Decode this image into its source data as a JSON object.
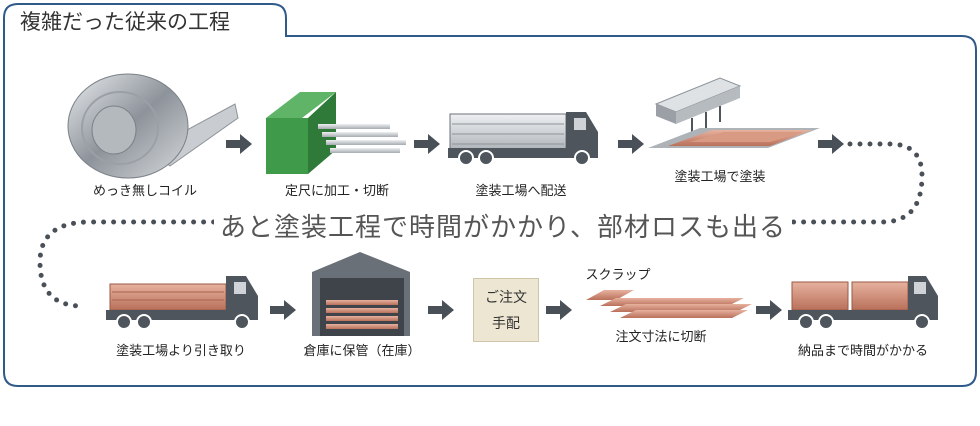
{
  "header": {
    "title": "複雑だった従来の工程"
  },
  "banner": {
    "text": "あと塗装工程で時間がかかり、部材ロスも出る"
  },
  "steps_row1": [
    {
      "label": "めっき無しコイル"
    },
    {
      "label": "定尺に加工・切断"
    },
    {
      "label": "塗装工場へ配送"
    },
    {
      "label": "塗装工場で塗装"
    }
  ],
  "steps_row2": [
    {
      "label": "塗装工場より引き取り"
    },
    {
      "label": "倉庫に保管（在庫）"
    },
    {
      "label_line1": "ご注文",
      "label_line2": "手配"
    },
    {
      "label": "注文寸法に切断",
      "extra": "スクラップ"
    },
    {
      "label": "納品まで時間がかかる"
    }
  ],
  "colors": {
    "frame": "#2f5a8a",
    "arrow": "#4a5058",
    "dots": "#4a5058",
    "copper": "#c9826a",
    "green": "#3f9a4a",
    "truck": "#4e555c"
  }
}
